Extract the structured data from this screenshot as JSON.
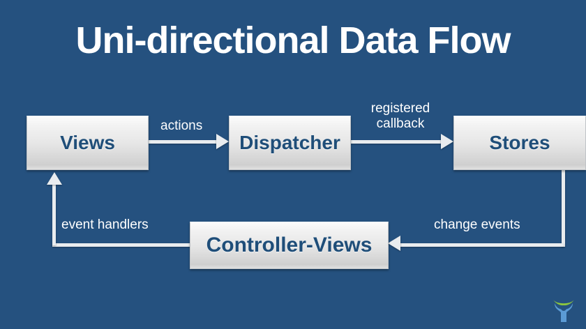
{
  "slide": {
    "title": "Uni-directional Data Flow",
    "background_color": "#25517f",
    "title_color": "#ffffff"
  },
  "diagram": {
    "type": "flow-diagram",
    "node_fill_color": "#e6e6e6",
    "node_text_color": "#1f4e79",
    "connector_color": "#e9ecef",
    "nodes": [
      {
        "id": "views",
        "label": "Views"
      },
      {
        "id": "dispatcher",
        "label": "Dispatcher"
      },
      {
        "id": "stores",
        "label": "Stores"
      },
      {
        "id": "controller",
        "label": "Controller-Views"
      }
    ],
    "edges": [
      {
        "id": "actions",
        "from": "views",
        "to": "dispatcher",
        "label": "actions",
        "direction": "right"
      },
      {
        "id": "callback",
        "from": "dispatcher",
        "to": "stores",
        "label": "registered\ncallback",
        "direction": "right"
      },
      {
        "id": "change",
        "from": "stores",
        "to": "controller",
        "label": "change events",
        "direction": "left"
      },
      {
        "id": "events",
        "from": "controller",
        "to": "views",
        "label": "event handlers",
        "direction": "up"
      }
    ]
  },
  "logo": {
    "name": "person-bowl-logo",
    "arc_color": "#8cc63e",
    "figure_color": "#5b9bd5"
  }
}
